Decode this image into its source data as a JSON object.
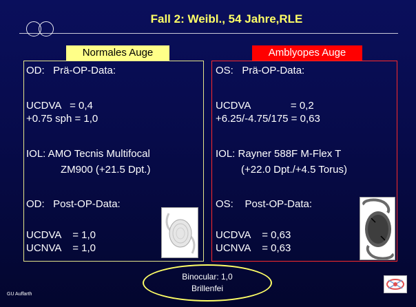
{
  "title": "Fall 2: Weibl., 54 Jahre,RLE",
  "left_panel": {
    "header": "Normales Auge",
    "pre_op_label": "OD:   Prä-OP-Data:",
    "ucdva": "UCDVA   = 0,4",
    "refraction": "+0.75 sph = 1,0",
    "iol_line1": "IOL: AMO Tecnis Multifocal",
    "iol_line2": "ZM900 (+21.5 Dpt.)",
    "post_op_label": "OD:   Post-OP-Data:",
    "post_ucdva": "UCDVA    = 1,0",
    "post_ucnva": "UCNVA    = 1,0",
    "accent_color": "#ffff88"
  },
  "right_panel": {
    "header": "Amblyopes Auge",
    "pre_op_label": "OS:   Prä-OP-Data:",
    "ucdva": "UCDVA              = 0,2",
    "refraction": "+6.25/-4.75/175 = 0,63",
    "iol_line1": "IOL: Rayner 588F M-Flex T",
    "iol_line2": "(+22.0 Dpt./+4.5 Torus)",
    "post_op_label": "OS:    Post-OP-Data:",
    "post_ucdva": "UCDVA    = 0,63",
    "post_ucnva": "UCNVA    = 0,63",
    "accent_color": "#ff0000"
  },
  "binocular": {
    "line1": "Binocular: 1,0",
    "line2": "Brillenfei"
  },
  "footer": {
    "author": "GU Auffarth"
  },
  "colors": {
    "background": "#070b4a",
    "title": "#ffff66"
  }
}
